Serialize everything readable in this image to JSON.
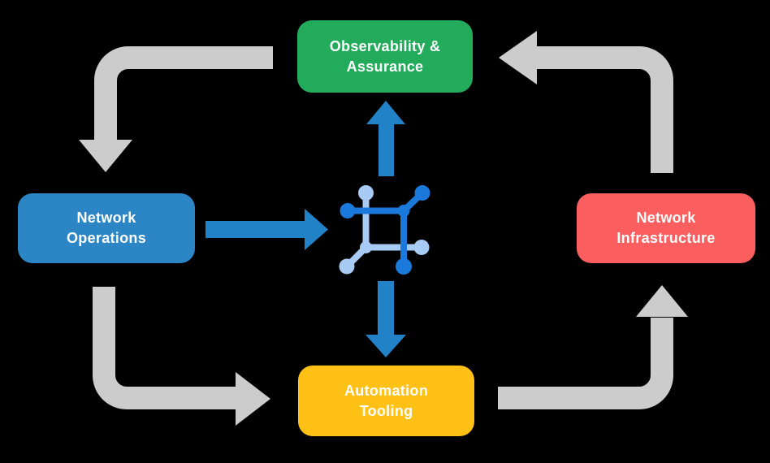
{
  "colors": {
    "background": "#000000",
    "observability_green": "#23AB5C",
    "operations_blue": "#2C86C6",
    "infrastructure_red": "#FB5E5E",
    "automation_yellow": "#FFC115",
    "flow_arrow_gray": "#CCCCCC",
    "io_arrow_blue": "#2182C8",
    "icon_dark_blue": "#1B79DC",
    "icon_light_blue": "#A8CBF5",
    "label_text": "#FFFFFF"
  },
  "nodes": {
    "observability": {
      "line1": "Observability &",
      "line2": "Assurance"
    },
    "operations": {
      "line1": "Network",
      "line2": "Operations"
    },
    "infrastructure": {
      "line1": "Network",
      "line2": "Infrastructure"
    },
    "automation": {
      "line1": "Automation",
      "line2": "Tooling"
    }
  },
  "center_icon": "network-automation-icon",
  "flows": [
    {
      "from": "observability",
      "to": "operations",
      "style": "gray-elbow"
    },
    {
      "from": "operations",
      "to": "automation",
      "style": "gray-elbow"
    },
    {
      "from": "automation",
      "to": "infrastructure",
      "style": "gray-elbow"
    },
    {
      "from": "infrastructure",
      "to": "observability",
      "style": "gray-elbow"
    },
    {
      "from": "operations",
      "to": "center-icon",
      "style": "blue-straight"
    },
    {
      "from": "center-icon",
      "to": "observability",
      "style": "blue-straight"
    },
    {
      "from": "center-icon",
      "to": "automation",
      "style": "blue-straight"
    }
  ]
}
